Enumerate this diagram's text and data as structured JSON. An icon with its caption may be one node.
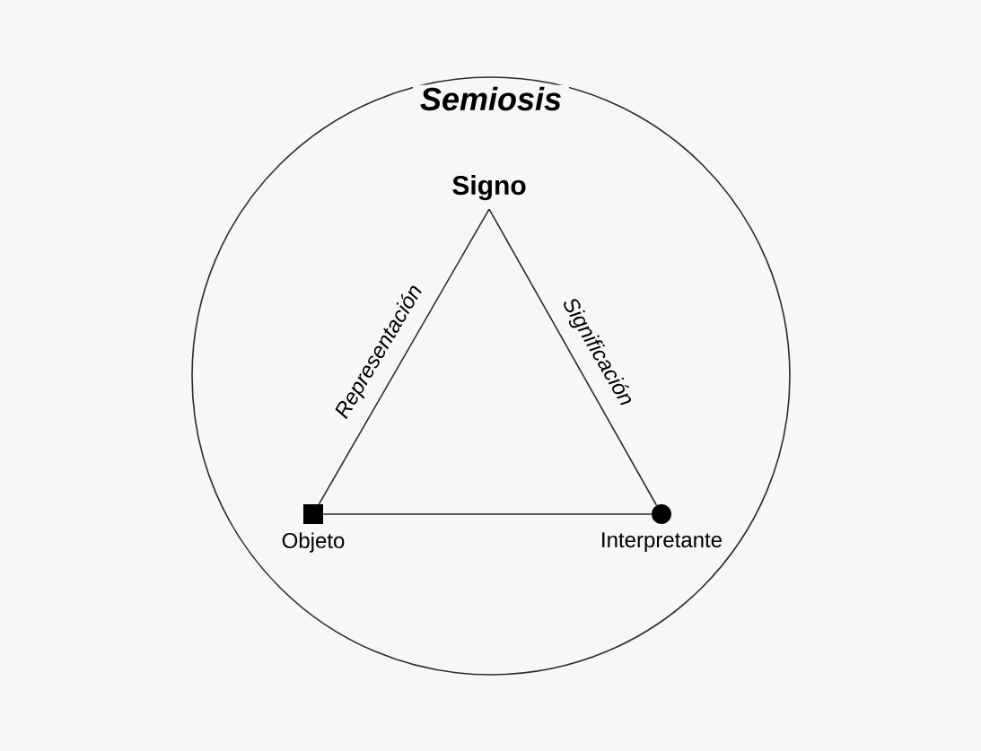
{
  "diagram": {
    "nodes": [
      {
        "text": [
          "Semiosis"
        ]
      },
      {
        "text": [
          "Signo"
        ],
        "in": 0
      },
      {
        "text": [],
        "shape": "box",
        "beside": [
          "Objeto"
        ],
        "in": 0
      },
      {
        "text": [],
        "shape": "circle",
        "beside": [
          "Interpretante"
        ],
        "in": 0
      }
    ],
    "edges": [
      {
        "from": 1,
        "to": 2,
        "arrow": "none",
        "label": "Representación"
      },
      {
        "from": 1,
        "to": 3,
        "arrow": "none",
        "label": "Significación"
      },
      {
        "from": 2,
        "to": 3,
        "arrow": "none"
      }
    ]
  }
}
